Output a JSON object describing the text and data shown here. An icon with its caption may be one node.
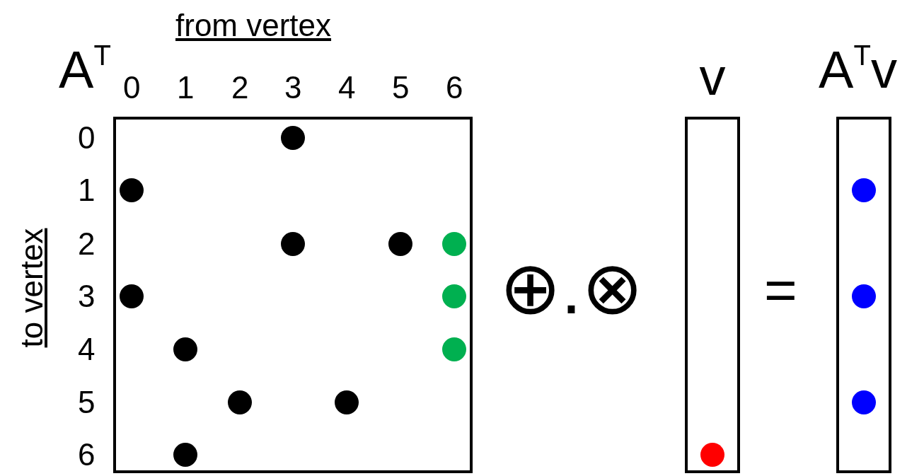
{
  "diagram": {
    "nodes": [
      {
        "text": [
          "A$^{T}$"
        ]
      },
      {
        "text": [],
        "shape": "circle",
        "in": 0
      },
      {
        "text": [],
        "shape": "circle",
        "in": 0
      },
      {
        "text": [],
        "shape": "circle",
        "in": 0
      },
      {
        "text": [],
        "shape": "circle",
        "in": 0
      },
      {
        "text": [],
        "shape": "circle",
        "in": 0
      },
      {
        "text": [],
        "shape": "circle",
        "in": 0
      },
      {
        "text": [],
        "shape": "circle",
        "in": 0
      },
      {
        "text": [],
        "shape": "circle",
        "in": 0
      },
      {
        "text": [],
        "shape": "circle",
        "in": 0
      },
      {
        "text": [],
        "shape": "circle",
        "in": 0
      },
      {
        "text": [],
        "shape": "circle",
        "in": 0
      },
      {
        "text": [],
        "shape": "circle",
        "in": 0
      },
      {
        "text": [
          "v"
        ]
      },
      {
        "text": [],
        "shape": "circle",
        "in": 13
      },
      {
        "text": [
          "A$^{T}$v"
        ]
      },
      {
        "text": [],
        "shape": "circle",
        "in": 15
      },
      {
        "text": [],
        "shape": "circle",
        "in": 15
      },
      {
        "text": [],
        "shape": "circle",
        "in": 15
      }
    ],
    "labels": [
      "from vertex",
      "0",
      "1",
      "2",
      "3",
      "4",
      "5",
      "6",
      "to vertex",
      "0",
      "1",
      "2",
      "3",
      "4",
      "5",
      "6",
      "⊕.⊗",
      "="
    ]
  }
}
